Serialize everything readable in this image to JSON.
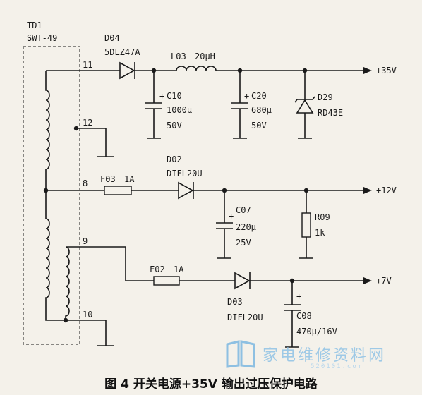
{
  "transformer": {
    "ref": "TD1",
    "model": "SWT-49",
    "pins": [
      "11",
      "12",
      "8",
      "9",
      "10"
    ]
  },
  "components": {
    "d04": {
      "ref": "D04",
      "value": "5DLZ47A"
    },
    "l03": {
      "ref": "L03",
      "value": "20μH"
    },
    "c10": {
      "ref": "C10",
      "value": "1000μ",
      "voltage": "50V"
    },
    "c20": {
      "ref": "C20",
      "value": "680μ",
      "voltage": "50V"
    },
    "d29": {
      "ref": "D29",
      "value": "RD43E"
    },
    "f03": {
      "ref": "F03",
      "value": "1A"
    },
    "d02": {
      "ref": "D02",
      "value": "DIFL20U"
    },
    "c07": {
      "ref": "C07",
      "value": "220μ",
      "voltage": "25V"
    },
    "r09": {
      "ref": "R09",
      "value": "1k"
    },
    "f02": {
      "ref": "F02",
      "value": "1A"
    },
    "d03": {
      "ref": "D03",
      "value": "DIFL20U"
    },
    "c08": {
      "ref": "C08",
      "value": "470μ/16V"
    }
  },
  "outputs": {
    "v35": "+35V",
    "v12": "+12V",
    "v7": "+7V"
  },
  "plus_sign": "+",
  "caption": "图 4  开关电源+35V 输出过压保护电路",
  "watermark": {
    "text": "家电维修资料网",
    "url": "520101.com"
  }
}
